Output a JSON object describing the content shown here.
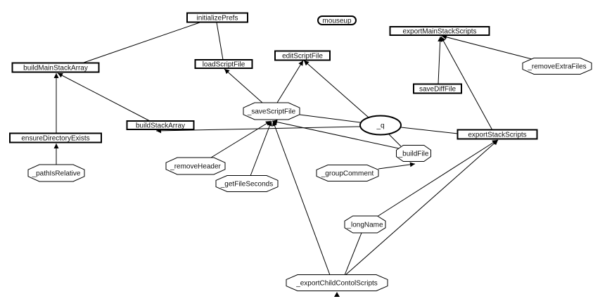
{
  "diagram": {
    "type": "call-graph",
    "nodes": [
      {
        "id": "initializePrefs",
        "label": "initializePrefs",
        "shape": "box"
      },
      {
        "id": "mouseup",
        "label": "mouseup",
        "shape": "pill"
      },
      {
        "id": "exportMainStackScripts",
        "label": "exportMainStackScripts",
        "shape": "box"
      },
      {
        "id": "buildMainStackArray",
        "label": "buildMainStackArray",
        "shape": "box"
      },
      {
        "id": "loadScriptFile",
        "label": "loadScriptFile",
        "shape": "box"
      },
      {
        "id": "editScriptFile",
        "label": "editScriptFile",
        "shape": "box"
      },
      {
        "id": "_removeExtraFiles",
        "label": "_removeExtraFiles",
        "shape": "octagon"
      },
      {
        "id": "saveDiffFile",
        "label": "saveDiffFile",
        "shape": "box"
      },
      {
        "id": "_saveScriptFile",
        "label": "_saveScriptFile",
        "shape": "octagon"
      },
      {
        "id": "_q",
        "label": "_q",
        "shape": "ellipse"
      },
      {
        "id": "buildStackArray",
        "label": "buildStackArray",
        "shape": "box"
      },
      {
        "id": "exportStackScripts",
        "label": "exportStackScripts",
        "shape": "box"
      },
      {
        "id": "ensureDirectoryExists",
        "label": "ensureDirectoryExists",
        "shape": "box"
      },
      {
        "id": "_buildFile",
        "label": "_buildFile",
        "shape": "octagon"
      },
      {
        "id": "_removeHeader",
        "label": "_removeHeader",
        "shape": "octagon"
      },
      {
        "id": "_pathIsRelative",
        "label": "_pathIsRelative",
        "shape": "octagon"
      },
      {
        "id": "_groupComment",
        "label": "_groupComment",
        "shape": "octagon"
      },
      {
        "id": "_getFileSeconds",
        "label": "_getFileSeconds",
        "shape": "octagon"
      },
      {
        "id": "_longName",
        "label": "_longName",
        "shape": "octagon"
      },
      {
        "id": "_exportChildContolScripts",
        "label": "_exportChildContolScripts",
        "shape": "octagon"
      }
    ],
    "edges": [
      {
        "from": "initializePrefs",
        "to": "buildMainStackArray",
        "arrow": false
      },
      {
        "from": "initializePrefs",
        "to": "loadScriptFile",
        "arrow": false
      },
      {
        "from": "ensureDirectoryExists",
        "to": "buildMainStackArray",
        "arrow": true
      },
      {
        "from": "buildStackArray",
        "to": "buildMainStackArray",
        "arrow": true
      },
      {
        "from": "_pathIsRelative",
        "to": "ensureDirectoryExists",
        "arrow": true
      },
      {
        "from": "_saveScriptFile",
        "to": "loadScriptFile",
        "arrow": true
      },
      {
        "from": "_saveScriptFile",
        "to": "editScriptFile",
        "arrow": true
      },
      {
        "from": "_q",
        "to": "editScriptFile",
        "arrow": true
      },
      {
        "from": "_q",
        "to": "_saveScriptFile",
        "arrow": false
      },
      {
        "from": "_q",
        "to": "buildStackArray",
        "arrow": true
      },
      {
        "from": "_q",
        "to": "exportStackScripts",
        "arrow": false
      },
      {
        "from": "_q",
        "to": "_buildFile",
        "arrow": false
      },
      {
        "from": "_buildFile",
        "to": "_saveScriptFile",
        "arrow": true
      },
      {
        "from": "_removeHeader",
        "to": "_saveScriptFile",
        "arrow": true
      },
      {
        "from": "_getFileSeconds",
        "to": "_saveScriptFile",
        "arrow": true
      },
      {
        "from": "_exportChildContolScripts",
        "to": "_saveScriptFile",
        "arrow": true
      },
      {
        "from": "_groupComment",
        "to": "_buildFile",
        "arrow": true
      },
      {
        "from": "saveDiffFile",
        "to": "exportMainStackScripts",
        "arrow": true
      },
      {
        "from": "exportStackScripts",
        "to": "exportMainStackScripts",
        "arrow": true
      },
      {
        "from": "_removeExtraFiles",
        "to": "exportMainStackScripts",
        "arrow": true
      },
      {
        "from": "_longName",
        "to": "exportStackScripts",
        "arrow": true
      },
      {
        "from": "_exportChildContolScripts",
        "to": "exportStackScripts",
        "arrow": true
      },
      {
        "from": "_exportChildContolScripts",
        "to": "_longName",
        "arrow": false
      },
      {
        "from": "_exportChildContolScripts",
        "to": "_exportChildContolScripts",
        "arrow": true,
        "self": true
      }
    ]
  }
}
